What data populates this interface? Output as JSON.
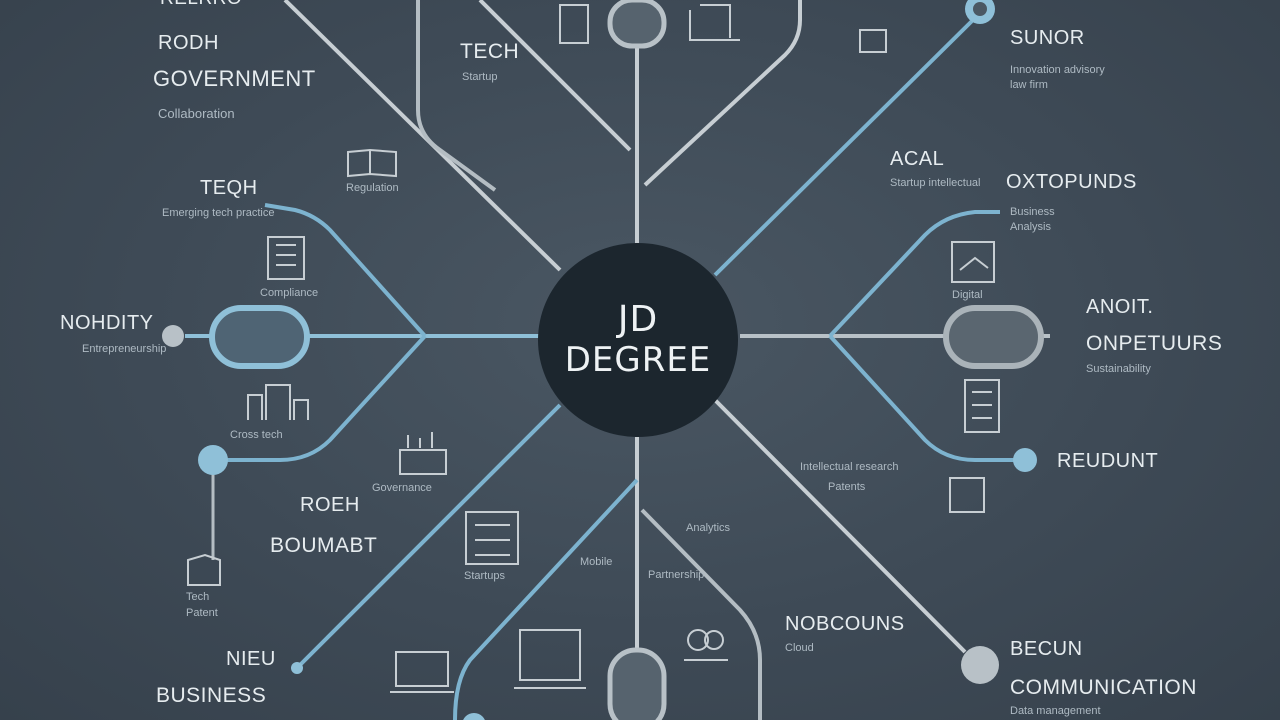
{
  "hub": {
    "line1": "JD",
    "line2": "DEGREE"
  },
  "labels": {
    "top_left_cut": "RELRRO",
    "rodh": "RODH",
    "government": "GOVERNMENT",
    "teqh": "TEQH",
    "nohdity": "NOHDITY",
    "roeh": "ROEH",
    "boumabt": "BOUMABT",
    "nieu": "NIEU",
    "business": "BUSINESS",
    "tech_top": "TECH",
    "acal": "ACAL",
    "sunor": "SUNOR",
    "oxtopunds": "OXTOPUNDS",
    "anoit": "ANOIT.",
    "onpetuurs": "ONPETUURS",
    "reudunt": "REUDUNT",
    "nobcouns": "NOBCOUNS",
    "becun": "BECUN",
    "communication": "COMMUNICATION"
  },
  "sublabels": {
    "government": "Collaboration",
    "teqh": "Emerging tech practice",
    "nohdity": "Entrepreneurship",
    "tech_top": "Startup",
    "sunor": "Innovation advisory\nlaw firm",
    "acal": "Startup intellectual",
    "oxtopunds": "Business\nAnalysis",
    "onpetuurs": "Sustainability",
    "nobcouns": "Cloud",
    "book_caption": "Regulation",
    "docs_caption": "Compliance",
    "chart_caption": "Cross tech",
    "network_caption": "Governance",
    "phone_caption": "Digital",
    "center_caption": "Intellectual research",
    "center_caption2": "Patents",
    "small1": "Tech",
    "small2": "Patent",
    "small3": "Startups",
    "mid1": "Analytics",
    "mid2": "Mobile",
    "mid3": "Partnership",
    "bottom_cut": "Data management"
  }
}
